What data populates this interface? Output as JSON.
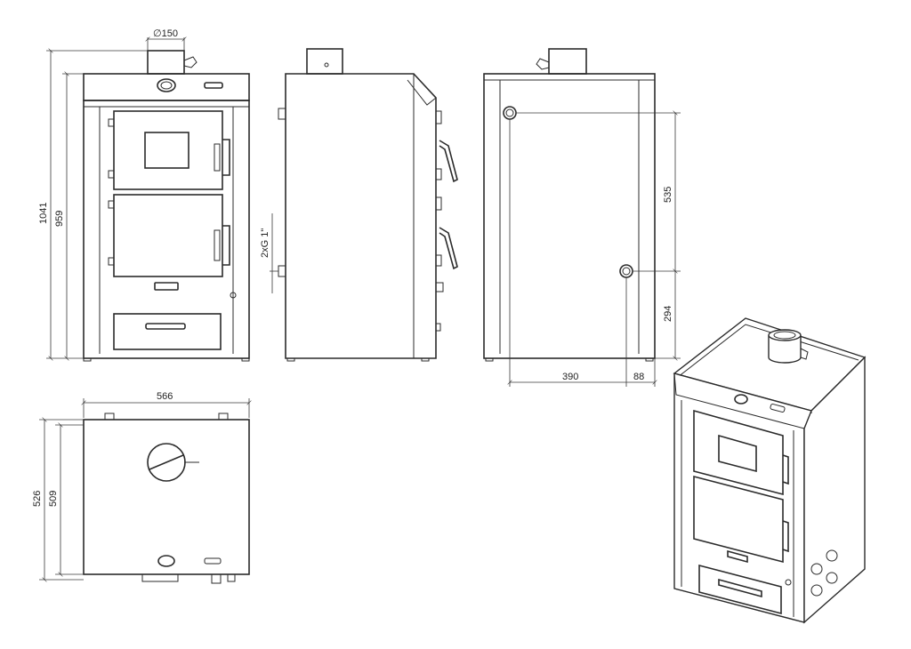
{
  "dimensions": {
    "flue_diameter": "∅150",
    "total_height": "1041",
    "body_height": "959",
    "connection": "2xG 1\"",
    "upper_port_drop": "535",
    "lower_port_height": "294",
    "port_offset_x": "390",
    "port_edge_offset": "88",
    "width": "566",
    "depth_total": "526",
    "depth_body": "509"
  }
}
